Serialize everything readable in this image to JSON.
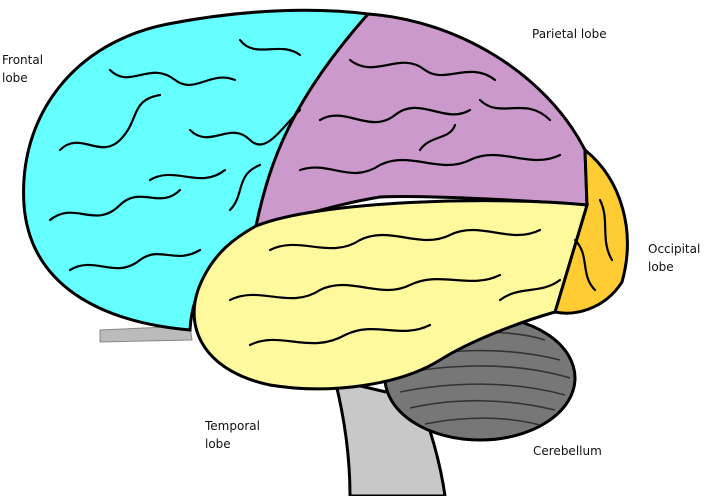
{
  "labels": {
    "frontal": [
      "Frontal",
      "lobe"
    ],
    "parietal": "Parietal lobe",
    "occipital": [
      "Occipital",
      "lobe"
    ],
    "temporal": [
      "Temporal",
      "lobe"
    ],
    "cerebellum": "Cerebellum"
  },
  "colors": {
    "frontal": "#66FFFF",
    "parietal": "#CC99CC",
    "occipital": "#FFCC33",
    "temporal": "#FFF99E",
    "cerebellum": "#777777",
    "brainstem": "#C8C8C8"
  }
}
